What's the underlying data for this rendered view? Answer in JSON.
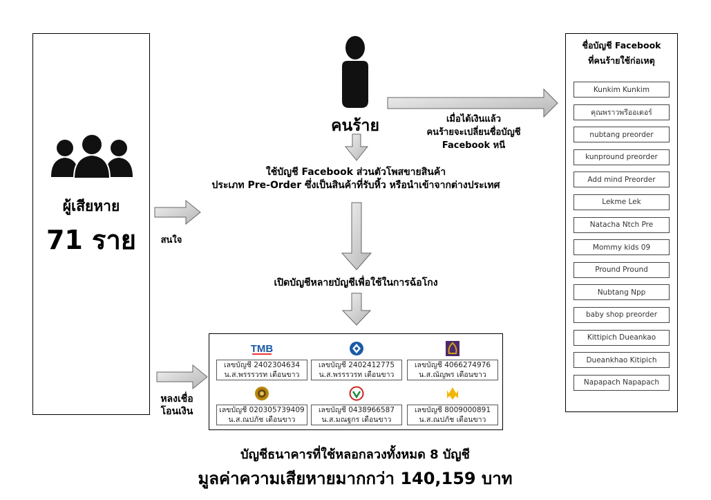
{
  "victims": {
    "title": "ผู้เสียหาย",
    "count": "71 ราย"
  },
  "villain": {
    "label": "คนร้าย"
  },
  "interest_label": "สนใจ",
  "deceived_label": [
    "หลงเชื่อ",
    "โอนเงิน"
  ],
  "step1_text": [
    "ใช้บัญชี Facebook ส่วนตัวโพสขายสินค้า",
    "ประเภท Pre-Order ซึ่งเป็นสินค้าที่รับหิ้ว หรือนำเข้าจากต่างประเทศ"
  ],
  "step2_text": "เปิดบัญชีหลายบัญชีเพื่อใช้ในการฉ้อโกง",
  "change_text": [
    "เมื่อได้เงินแล้ว",
    "คนร้ายจะเปลี่ยนชื่อบัญชี",
    "Facebook หนี"
  ],
  "facebook_panel": {
    "title": [
      "ชื่อบัญชี Facebook",
      "ที่คนร้ายใช้ก่อเหตุ"
    ],
    "accounts": [
      "Kunkim Kunkim",
      "คุณพราวพรีออเดอร์",
      "nubtang preorder",
      "kunpround preorder",
      "Add mind Preorder",
      "Lekme Lek",
      "Natacha Ntch Pre",
      "Mommy kids 09",
      "Pround Pround",
      "Nubtang Npp",
      "baby shop preorder",
      "Kittipich Dueankao",
      "Dueankhao Kitipich",
      "Napapach Napapach"
    ]
  },
  "banks": [
    {
      "logo": "tmb-logo",
      "logo_text": "TMB",
      "account": "เลขบัญชี 2402304634",
      "owner": "น.ส.พรรรวรท เดือนขาว",
      "color": "#1a5aa6"
    },
    {
      "logo": "krungthai-logo",
      "account": "เลขบัญชี 2402412775",
      "owner": "น.ส.พรรรวรท เดือนขาว",
      "color": "#1a5aa6"
    },
    {
      "logo": "scb-logo",
      "account": "เลขบัญชี 4066274976",
      "owner": "น.ส.ณัญพร เดือนขาว",
      "color": "#4b2a6b"
    },
    {
      "logo": "gsb-logo",
      "account": "เลขบัญชี 020305739409",
      "owner": "น.ส.ณปภัช เดือนขาว",
      "color": "#b8860b"
    },
    {
      "logo": "kbank-logo",
      "account": "เลขบัญชี 0438966587",
      "owner": "น.ส.มณฐกร เดือนขาว",
      "color": "#cc2222"
    },
    {
      "logo": "krungsri-logo",
      "account": "เลขบัญชี 8009000891",
      "owner": "น.ส.ณปภัช เดือนขาว",
      "color": "#f2b705"
    }
  ],
  "summary": {
    "line1": "บัญชีธนาคารที่ใช้หลอกลวงทั้งหมด 8 บัญชี",
    "line2": "มูลค่าความเสียหายมากกว่า 140,159 บาท"
  }
}
